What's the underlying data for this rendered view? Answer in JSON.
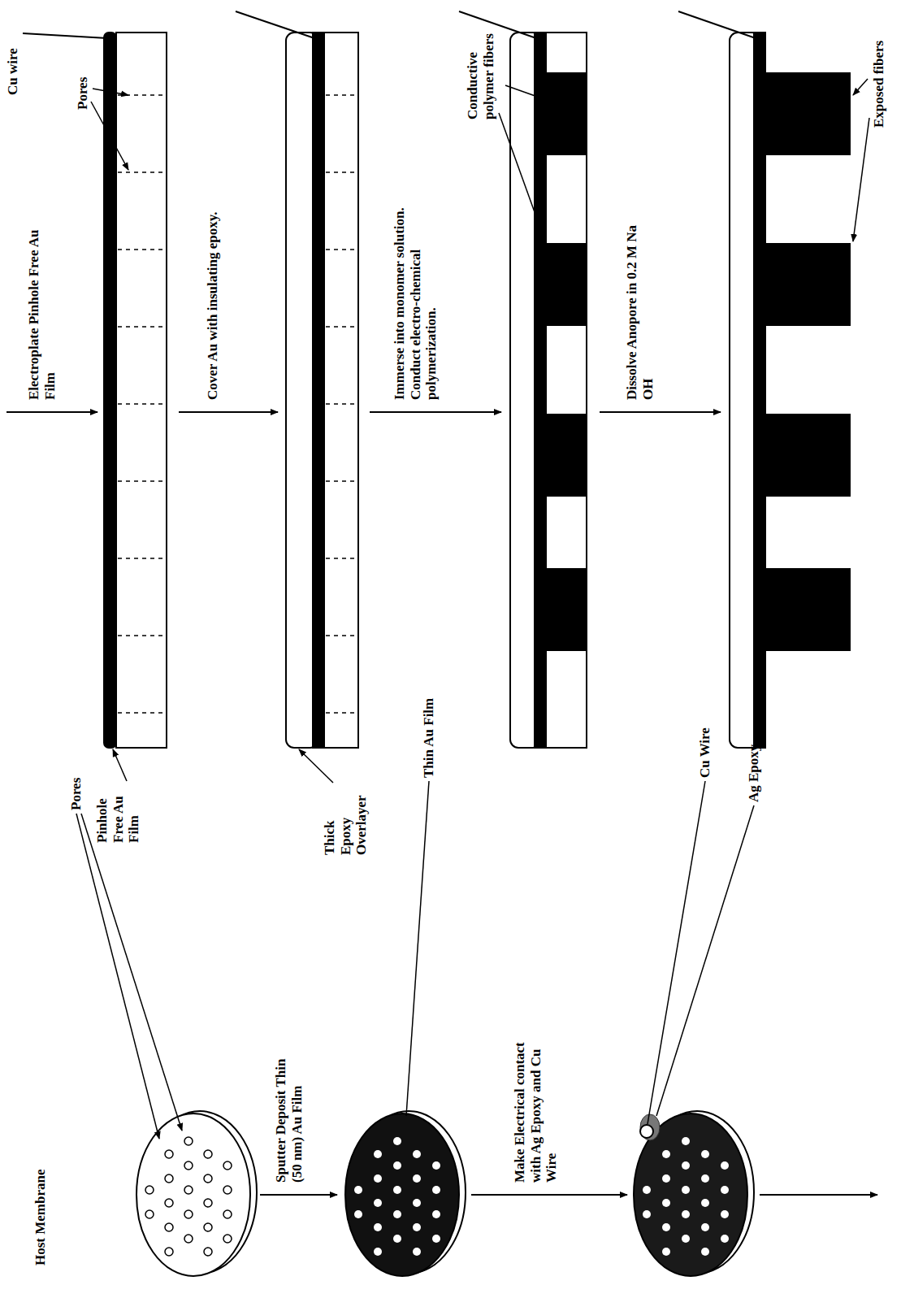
{
  "diagram": {
    "labels": [
      "Host Membrane",
      "Pores",
      "Sputter Deposit Thin (50 nm) Au Film",
      "Thin Au Film",
      "Make Electrical contact with Ag Epoxy and Cu Wire",
      "Cu Wire",
      "Ag Epoxy",
      "Electroplate Pinhole Free Au Film",
      "Cu wire",
      "Pores",
      "Pinhole Free Au Film",
      "Cover Au with insulating epoxy.",
      "Thick Epoxy Overlayer",
      "Immerse into monomer solution. Conduct electro-chemical polymerization.",
      "Conductive polymer fibers",
      "Dissolve Anopore in 0.2 M Na OH",
      "Exposed fibers"
    ]
  }
}
